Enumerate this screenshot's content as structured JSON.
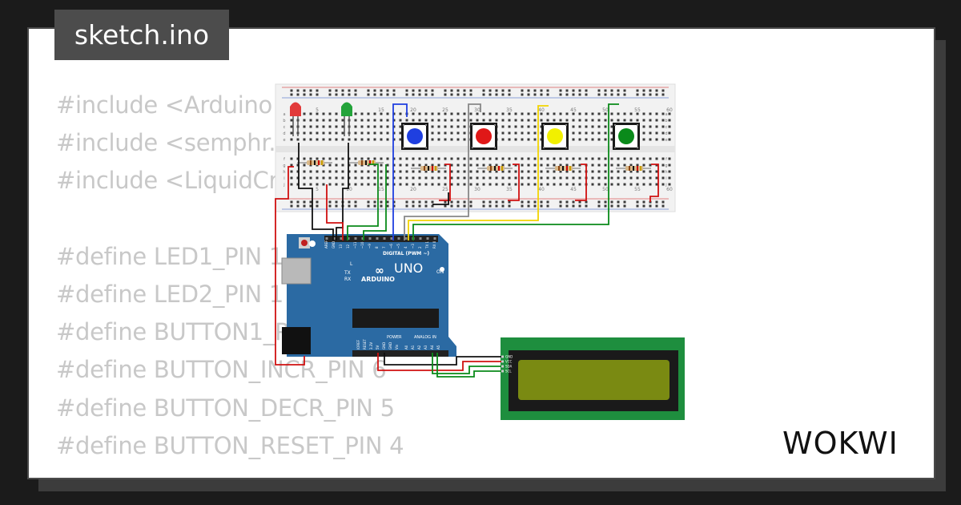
{
  "title": "sketch.ino",
  "code_lines": [
    "#include <Arduino",
    "#include <semphr.",
    "#include <LiquidCr",
    "",
    "#define LED1_PIN 1",
    "#define LED2_PIN 1",
    "#define BUTTON1_P",
    "#define BUTTON_INCR_PIN 6",
    "#define BUTTON_DECR_PIN 5",
    "#define BUTTON_RESET_PIN 4"
  ],
  "logo": {
    "text": "WOKWI"
  },
  "breadboard": {
    "column_numbers": [
      "5",
      "10",
      "15",
      "20",
      "25",
      "30",
      "35",
      "40",
      "45",
      "50",
      "55",
      "60"
    ],
    "row_letters": [
      "a",
      "b",
      "c",
      "d",
      "e",
      "f",
      "g",
      "h",
      "i",
      "j"
    ]
  },
  "arduino": {
    "brand": "ARDUINO",
    "model": "UNO",
    "digital_label": "DIGITAL (PWM ~)",
    "power_label": "POWER",
    "analog_label": "ANALOG IN",
    "on_label": "ON",
    "l_label": "L",
    "tx_label": "TX",
    "rx_label": "RX",
    "digital_pins": [
      "AREF",
      "GND",
      "13",
      "12",
      "~11",
      "~10",
      "~9",
      "8",
      "7",
      "~6",
      "~5",
      "4",
      "~3",
      "2",
      "TX 1",
      "RX 0"
    ],
    "power_pins": [
      "IOREF",
      "RESET",
      "3.3V",
      "5V",
      "GND",
      "GND",
      "Vin"
    ],
    "analog_pins": [
      "A0",
      "A1",
      "A2",
      "A3",
      "A4",
      "A5"
    ]
  },
  "lcd": {
    "pins": [
      "GND",
      "VCC",
      "SDA",
      "SCL"
    ]
  },
  "colors": {
    "background": "#1b1b1b",
    "card": "#ffffff",
    "code_text": "#c8c8c8",
    "title_tab": "#4c4c4c",
    "arduino_board": "#2b6aa3",
    "lcd_board": "#1e8e3e",
    "lcd_screen": "#7a8a12",
    "button_blue": "#1f3fe0",
    "button_red": "#e01818",
    "button_yellow": "#f2f000",
    "button_green": "#0a8a1a"
  }
}
